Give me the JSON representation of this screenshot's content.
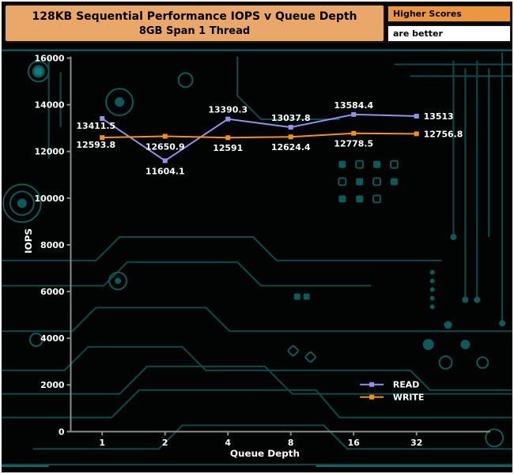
{
  "header": {
    "title": "128KB Sequential Performance IOPS v Queue Depth",
    "subtitle": "8GB Span 1 Thread"
  },
  "callout": {
    "line1": "Higher Scores",
    "line2": "are better"
  },
  "chart_data": {
    "type": "line",
    "title": "128KB Sequential Performance IOPS v Queue Depth",
    "subtitle": "8GB Span 1 Thread",
    "xlabel": "Queue Depth",
    "ylabel": "IOPS",
    "categories": [
      "1",
      "2",
      "4",
      "8",
      "16",
      "32"
    ],
    "ylim": [
      0,
      16000
    ],
    "ytick_step": 2000,
    "grid": false,
    "legend_position": "bottom-right",
    "series": [
      {
        "name": "READ",
        "color": "#9292e8",
        "values": [
          13411.5,
          11604.1,
          13390.3,
          13037.8,
          13584.4,
          13513
        ],
        "labels": [
          "13411.5",
          "11604.1",
          "13390.3",
          "13037.8",
          "13584.4",
          "13513"
        ],
        "label_positions": [
          "below-left",
          "below",
          "above",
          "above",
          "above",
          "right"
        ]
      },
      {
        "name": "WRITE",
        "color": "#f0921e",
        "values": [
          12593.8,
          12650.9,
          12591,
          12624.4,
          12778.5,
          12756.8
        ],
        "labels": [
          "12593.8",
          "12650.9",
          "12591",
          "12624.4",
          "12778.5",
          "12756.8"
        ],
        "label_positions": [
          "below-left",
          "below",
          "below",
          "below",
          "below",
          "right"
        ]
      }
    ]
  },
  "colors": {
    "read": "#9292e8",
    "write": "#f0921e",
    "axis": "#8c8c8c",
    "banner_bg": "#eaa76a",
    "callout_bg": "#ec9740",
    "circuit_dark": "#0b4b4b",
    "circuit_bright": "#0f6b6b"
  }
}
